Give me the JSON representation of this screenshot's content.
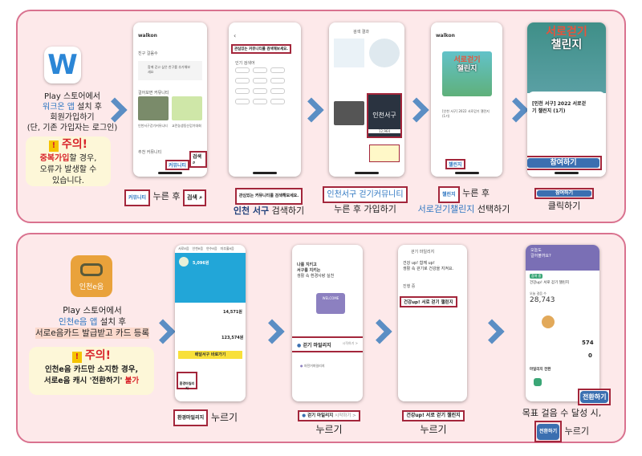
{
  "colors": {
    "panel_border": "#d9728f",
    "panel_bg": "#fde9ea",
    "arrow": "#5b8ec4",
    "accent_blue": "#2f77c2",
    "warning_red": "#d8232a",
    "highlight_border": "#a3263b",
    "button_blue": "#3b6fb0"
  },
  "section1": {
    "app_icon": {
      "name": "walkon-w-icon",
      "letter": "W"
    },
    "intro": {
      "line1": "Play 스토어에서",
      "app": "워크온 앱",
      "line2_rest": " 설치 후",
      "line3": "회원가입하기",
      "line4": "(단, 기존 가입자는 로그인)"
    },
    "warning": {
      "title": "주의!",
      "emph": "중복가입",
      "text1": "할 경우,",
      "text2": "오류가 발생할 수",
      "text3": "있습니다."
    },
    "phone1": {
      "logo": "walkon",
      "section_friend": "친구 걸음수",
      "add_friend": "함께 걷고 싶은 친구를 추가해보세요",
      "section_comm": "걸어보면 커뮤니티",
      "card1": "인천서구걷기커뮤니티",
      "card2": "교란농생동산걷기대회",
      "recommend": "추천 커뮤니티",
      "search_label": "검색",
      "tab_community": "커뮤니티"
    },
    "phone2": {
      "search_placeholder": "관심있는 커뮤니티를 검색해보세요.",
      "popular": "인기 검색어"
    },
    "phone3": {
      "header": "검색 결과",
      "selected": "인천서구",
      "count": "12,964"
    },
    "phone4": {
      "logo": "walkon",
      "poster_title1": "서로걷기",
      "poster_title2": "챌린지",
      "card_title": "[인천 서구] 2022 서로걷기 챌린지 (1기)",
      "tab_challenge": "챌린지"
    },
    "phone5": {
      "poster_title1": "서로걷기",
      "poster_title2": "챌린지",
      "title": "[인천 서구] 2022 서로걷기 챌린지 (1기)",
      "join": "참여하기"
    },
    "captions": {
      "c1_tab": "커뮤니티",
      "c1_after": "누른 후",
      "c1_search": "검색",
      "c2_box": "관심있는 커뮤니티를 검색해보세요.",
      "c2_emph": "인천 서구",
      "c2_rest": " 검색하기",
      "c3_box": "인천서구 걷기커뮤니티",
      "c3_rest": "누른 후 가입하기",
      "c4_tab": "챌린지",
      "c4_after": "누른 후",
      "c4_emph": "서로걷기챌린지",
      "c4_rest": " 선택하기",
      "c5_btn": "참여하기",
      "c5_rest": "클릭하기"
    }
  },
  "section2": {
    "app_icon": {
      "name": "incheon-eum-icon",
      "label": "인천e음"
    },
    "intro": {
      "line1": "Play 스토어에서",
      "app": "인천e음 앱",
      "line2_rest": " 설치 후",
      "line3": "서로e음카드 발급받고 카드 등록"
    },
    "warning": {
      "title": "주의!",
      "line1": "인천e음 카드만 소지한 경우,",
      "line2a": "서로e음 캐시 '전환하기' ",
      "line2b": "불가"
    },
    "phone1": {
      "tabs": [
        "서로e음",
        "인천e음",
        "연수e음",
        "미추홀e음"
      ],
      "balance": "5,096원",
      "cash": "14,571원",
      "total": "123,574원",
      "banner": "배달서구 바로가기",
      "menu_highlight": "환경마일리지"
    },
    "phone2": {
      "headline1": "나를 지키고",
      "headline2": "서구를 지키는",
      "headline3": "생활 속 환경사랑 실천",
      "welcome": "WELCOME",
      "item1": "걷기 마일리지",
      "item1_action": "시작하기 >",
      "item2": "자전거마일리지"
    },
    "phone3": {
      "header": "걷기 마일리지",
      "notice1": "건강 up! 함께 up!",
      "notice2": "생활 속 걷기로 건강을 지켜요.",
      "section": "진행 중",
      "challenge": "건강up! 서로 걷기 챌린지"
    },
    "phone4": {
      "header1": "오늘도",
      "header2": "걸어볼까요?",
      "badge": "참여 중",
      "challenge": "건강up! 서로 걷기 챌린지",
      "steps_label": "오늘 걸음 수",
      "steps": "28,743",
      "mileage": "574",
      "converted": "0",
      "convert_label": "마일리지 전환",
      "convert": "전환하기"
    },
    "captions": {
      "c1_box": "환경마일리지",
      "c1_rest": "누르기",
      "c2_box": "걷기 마일리지",
      "c2_action": "시작하기 >",
      "c2_rest": "누르기",
      "c3_box": "건강up! 서로 걷기 챌린지",
      "c3_rest": "누르기",
      "c4_line1": "목표 걸음 수 달성 시,",
      "c4_btn": "전환하기",
      "c4_rest": "누르기"
    }
  }
}
